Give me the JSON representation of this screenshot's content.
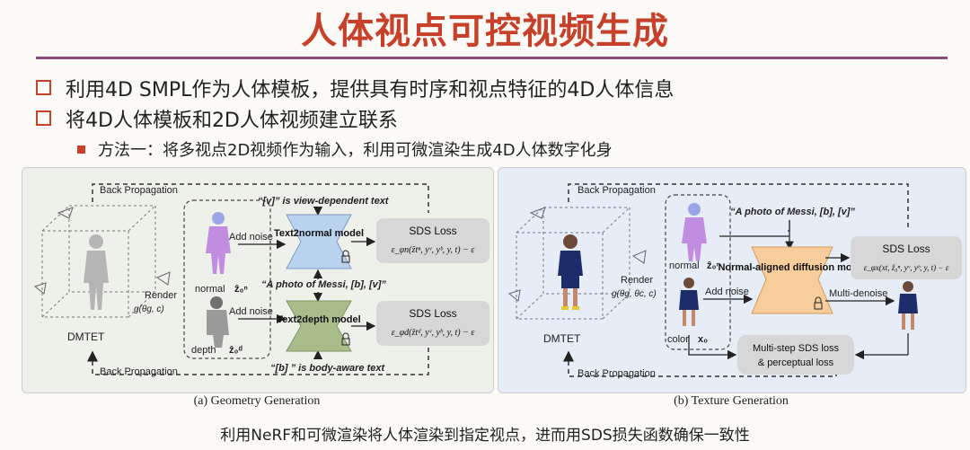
{
  "title": "人体视点可控视频生成",
  "bullets": [
    "利用4D SMPL作为人体模板，提供具有时序和视点特征的4D人体信息",
    "将4D人体模板和2D人体视频建立联系"
  ],
  "sub_bullet": "方法一：将多视点2D视频作为输入，利用可微渲染生成4D人体数字化身",
  "footer": "利用NeRF和可微渲染将人体渲染到指定视点，进而用SDS损失函数确保一致性",
  "geometry": {
    "caption": "(a) Geometry Generation",
    "back_prop_top": "Back Propagation",
    "back_prop_bottom": "Back Propagation",
    "render": "Render",
    "render_formula": "g(θg, c)",
    "dmtet": "DMTET",
    "normal_label": "normal",
    "normal_sym": "ẑ₀ⁿ",
    "depth_label": "depth",
    "depth_sym": "ẑ₀ᵈ",
    "add_noise_1": "Add noise",
    "add_noise_2": "Add noise",
    "model_1": "Text2normal model",
    "model_2": "Text2depth model",
    "view_text": "“[v]” is view-dependent text",
    "body_text": "“[b] ” is body-aware text",
    "prompt": "“A photo of Messi, [b], [v]”",
    "sds_1": "SDS Loss",
    "sds_1_formula": "ε_φn(ẑtⁿ, yᵛ, yᵇ, y, t) − ε",
    "sds_2": "SDS Loss",
    "sds_2_formula": "ε_φd(ẑtᵈ, yᵛ, yᵇ, y, t) − ε"
  },
  "texture": {
    "caption": "(b) Texture Generation",
    "back_prop_top": "Back Propagation",
    "back_prop_bottom": "Back Propagation",
    "render": "Render",
    "render_formula": "g(θg, θc, c)",
    "dmtet": "DMTET",
    "normal_label": "normal",
    "normal_sym": "ẑ₀ⁿ",
    "color_label": "color",
    "color_sym": "x₀",
    "add_noise": "Add noise",
    "prompt": "“A photo of Messi, [b], [v]”",
    "model": "Normal-aligned diffusion model",
    "sds": "SDS Loss",
    "sds_formula": "ε_φx(xt, ẑ₀ⁿ, yᵛ, yᵇ, y, t) − ε",
    "multi_denoise": "Multi-denoise",
    "multi_loss_1": "Multi-step SDS loss",
    "multi_loss_2": "& perceptual loss"
  },
  "colors": {
    "title": "#c7402a",
    "rule": "#8a4a7a",
    "normal_model": "#b9d2ee",
    "depth_model": "#a8bd8a",
    "diffusion_model": "#f6cd9b"
  }
}
